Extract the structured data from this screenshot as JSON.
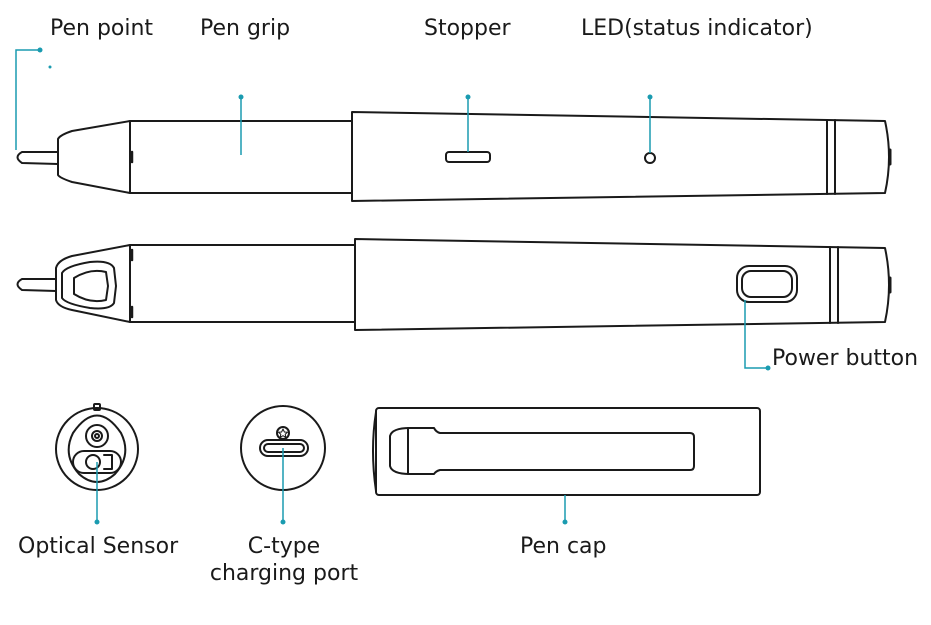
{
  "labels": {
    "pen_point": "Pen point",
    "pen_grip": "Pen grip",
    "stopper": "Stopper",
    "led": "LED(status indicator)",
    "power_button": "Power button",
    "optical_sensor": "Optical Sensor",
    "ctype_line1": "C-type",
    "ctype_line2": "charging port",
    "pen_cap": "Pen cap"
  },
  "colors": {
    "stroke": "#1a1a1a",
    "leader": "#1a9bb0",
    "text": "#1a1a1a"
  }
}
